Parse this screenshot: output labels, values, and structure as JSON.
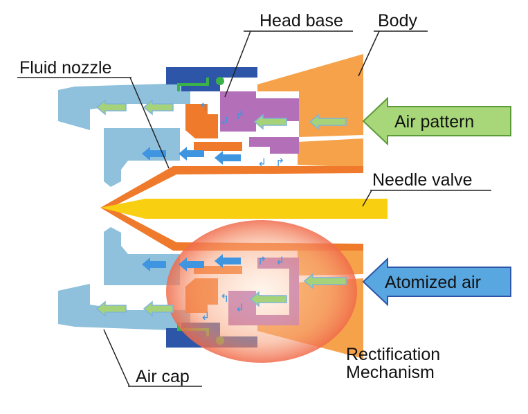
{
  "labels": {
    "head_base": "Head base",
    "body": "Body",
    "fluid_nozzle": "Fluid nozzle",
    "air_pattern": "Air pattern",
    "needle_valve": "Needle valve",
    "atomized_air": "Atomized air",
    "air_cap": "Air cap",
    "rectification_line1": "Rectification",
    "rectification_line2": "Mechanism"
  },
  "colors": {
    "air_cap": "#8fc0dc",
    "outer_ring": "#2d56a8",
    "head_base": "#b46fb9",
    "body": "#f5a24a",
    "fluid_nozzle": "#f07a2c",
    "needle_valve": "#f9cf12",
    "air_pattern_arrow": "#a8d77a",
    "atomized_air_arrow": "#59a7e0",
    "flow_arrow_green": "#a6d37a",
    "flow_arrow_blue": "#3f95e0",
    "rectification_glow": "#f06a4a"
  }
}
